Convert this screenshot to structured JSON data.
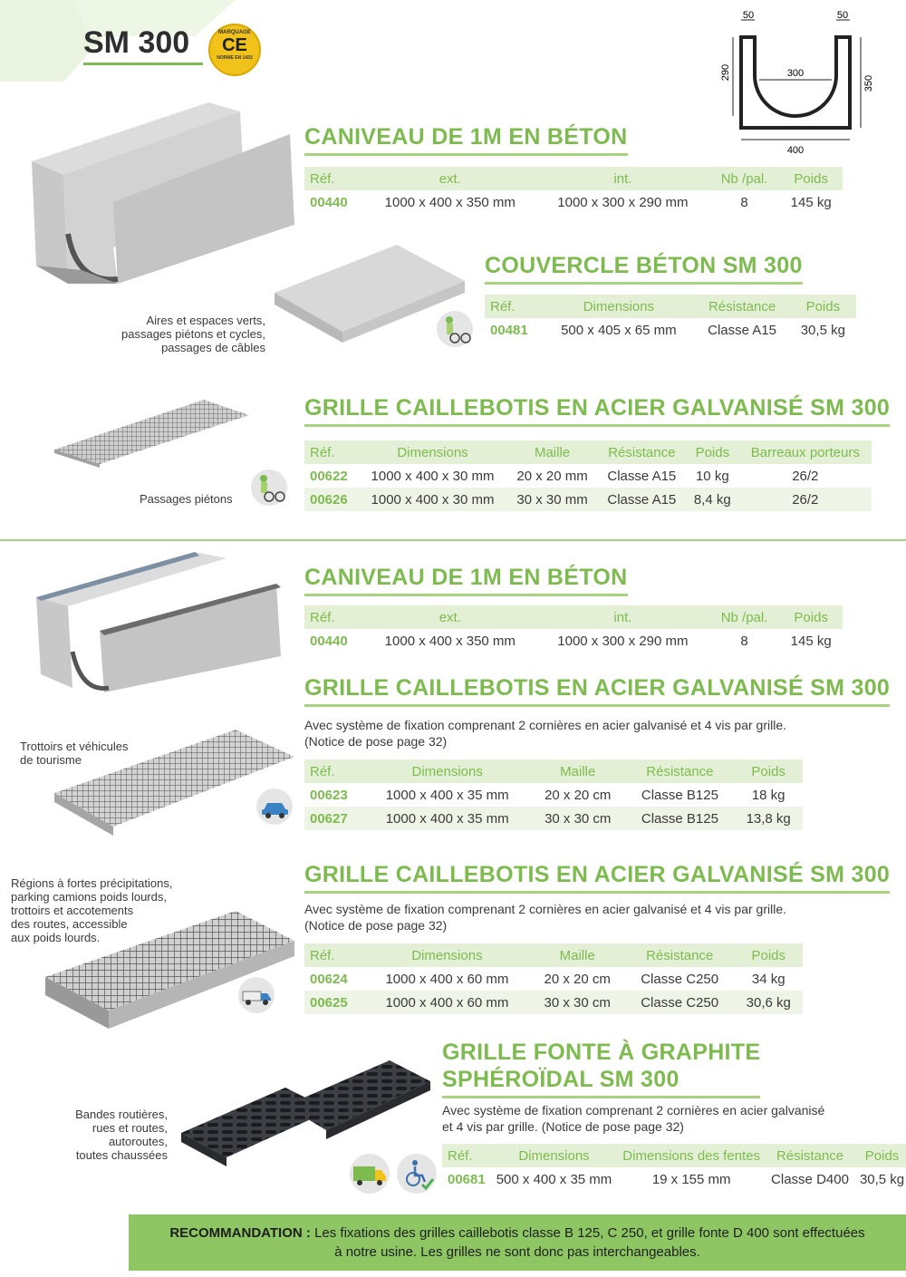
{
  "header": {
    "title": "SM 300",
    "ce_top": "MARQUAGE",
    "ce_mark": "CE",
    "ce_bottom": "NORME EN 1433"
  },
  "diagram": {
    "dim_top_left": "50",
    "dim_top_right": "50",
    "dim_left": "290",
    "dim_right": "350",
    "dim_inner": "300",
    "dim_bottom": "400"
  },
  "section1": {
    "caniveau": {
      "title": "CANIVEAU DE 1M EN BÉTON",
      "headers": [
        "Réf.",
        "ext.",
        "int.",
        "Nb /pal.",
        "Poids"
      ],
      "rows": [
        [
          "00440",
          "1000 x 400 x 350 mm",
          "1000 x 300 x 290 mm",
          "8",
          "145 kg"
        ]
      ]
    },
    "couvercle": {
      "title": "COUVERCLE BÉTON SM 300",
      "usage": [
        "Aires et espaces verts,",
        "passages piétons et cycles,",
        "passages de câbles"
      ],
      "headers": [
        "Réf.",
        "Dimensions",
        "Résistance",
        "Poids"
      ],
      "rows": [
        [
          "00481",
          "500 x 405 x 65 mm",
          "Classe A15",
          "30,5 kg"
        ]
      ]
    },
    "grille": {
      "title": "GRILLE CAILLEBOTIS EN ACIER GALVANISÉ SM 300",
      "usage": [
        "Passages piétons"
      ],
      "headers": [
        "Réf.",
        "Dimensions",
        "Maille",
        "Résistance",
        "Poids",
        "Barreaux porteurs"
      ],
      "rows": [
        [
          "00622",
          "1000 x 400 x 30 mm",
          "20 x 20 mm",
          "Classe A15",
          "10 kg",
          "26/2"
        ],
        [
          "00626",
          "1000 x 400 x 30 mm",
          "30 x 30 mm",
          "Classe A15",
          "8,4 kg",
          "26/2"
        ]
      ]
    }
  },
  "section2": {
    "caniveau": {
      "title": "CANIVEAU DE 1M EN BÉTON",
      "headers": [
        "Réf.",
        "ext.",
        "int.",
        "Nb /pal.",
        "Poids"
      ],
      "rows": [
        [
          "00440",
          "1000 x 400 x 350 mm",
          "1000 x 300 x 290 mm",
          "8",
          "145 kg"
        ]
      ]
    },
    "grille_b125": {
      "title": "GRILLE CAILLEBOTIS EN ACIER GALVANISÉ SM 300",
      "desc": [
        "Avec système de fixation comprenant 2 cornières en acier galvanisé et 4 vis par grille.",
        "(Notice de pose page 32)"
      ],
      "usage": [
        "Trottoirs et véhicules",
        "de tourisme"
      ],
      "headers": [
        "Réf.",
        "Dimensions",
        "Maille",
        "Résistance",
        "Poids"
      ],
      "rows": [
        [
          "00623",
          "1000 x 400 x 35 mm",
          "20 x 20 cm",
          "Classe B125",
          "18 kg"
        ],
        [
          "00627",
          "1000 x 400 x 35 mm",
          "30 x 30 cm",
          "Classe B125",
          "13,8 kg"
        ]
      ]
    },
    "grille_c250": {
      "title": "GRILLE CAILLEBOTIS EN ACIER GALVANISÉ SM 300",
      "desc": [
        "Avec système de fixation comprenant 2 cornières en acier galvanisé et 4 vis par grille.",
        "(Notice de pose page 32)"
      ],
      "usage": [
        "Régions à fortes précipitations,",
        "parking camions poids lourds,",
        "trottoirs et accotements",
        "des routes, accessible",
        "aux poids lourds."
      ],
      "headers": [
        "Réf.",
        "Dimensions",
        "Maille",
        "Résistance",
        "Poids"
      ],
      "rows": [
        [
          "00624",
          "1000 x 400 x 60 mm",
          "20 x 20 cm",
          "Classe C250",
          "34 kg"
        ],
        [
          "00625",
          "1000 x 400 x 60 mm",
          "30 x 30 cm",
          "Classe C250",
          "30,6 kg"
        ]
      ]
    },
    "grille_fonte": {
      "title_line1": "GRILLE FONTE À GRAPHITE",
      "title_line2": "SPHÉROÏDAL SM 300",
      "desc": [
        "Avec système de fixation comprenant 2 cornières en acier galvanisé",
        "et 4 vis par grille. (Notice de pose page 32)"
      ],
      "usage": [
        "Bandes routières,",
        "rues et routes,",
        "autoroutes,",
        "toutes chaussées"
      ],
      "headers": [
        "Réf.",
        "Dimensions",
        "Dimensions des fentes",
        "Résistance",
        "Poids"
      ],
      "rows": [
        [
          "00681",
          "500 x 400 x 35 mm",
          "19 x 155 mm",
          "Classe D400",
          "30,5 kg"
        ]
      ]
    }
  },
  "recommendation": {
    "label": "RECOMMANDATION :",
    "line1": "Les fixations des grilles caillebotis classe B 125, C 250, et grille fonte D 400 sont effectuées",
    "line2": "à notre usine. Les grilles ne sont donc pas interchangeables."
  },
  "colors": {
    "accent": "#7dbb4f",
    "header_bg": "#e3f0d5",
    "row_alt": "#eef5e6",
    "reco_bg": "#8dc662"
  }
}
